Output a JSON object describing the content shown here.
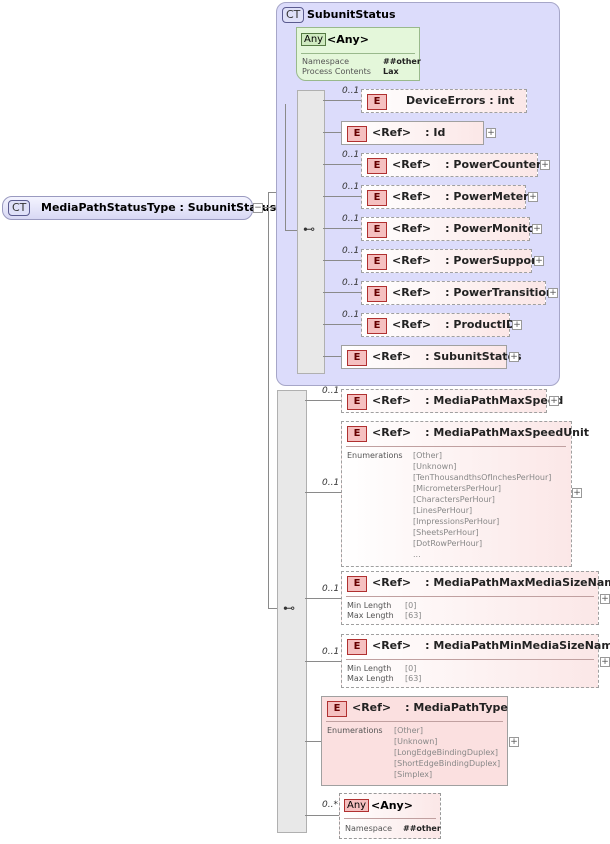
{
  "root_type": {
    "badge": "CT",
    "label": "MediaPathStatusType : SubunitStatus"
  },
  "base_type": {
    "badge": "CT",
    "label": "SubunitStatus"
  },
  "any_top": {
    "badge": "Any",
    "label": "<Any>",
    "namespace_key": "Namespace",
    "namespace_val": "##other",
    "process_key": "Process Contents",
    "process_val": "Lax"
  },
  "subunit_elements": [
    {
      "mult": "0..1",
      "badge": "E",
      "ref": "",
      "name": "DeviceErrors : int"
    },
    {
      "mult": "",
      "badge": "E",
      "ref": "<Ref>",
      "name": ": Id"
    },
    {
      "mult": "0..1",
      "badge": "E",
      "ref": "<Ref>",
      "name": ": PowerCounters"
    },
    {
      "mult": "0..1",
      "badge": "E",
      "ref": "<Ref>",
      "name": ": PowerMeters"
    },
    {
      "mult": "0..1",
      "badge": "E",
      "ref": "<Ref>",
      "name": ": PowerMonitor"
    },
    {
      "mult": "0..1",
      "badge": "E",
      "ref": "<Ref>",
      "name": ": PowerSupport"
    },
    {
      "mult": "0..1",
      "badge": "E",
      "ref": "<Ref>",
      "name": ": PowerTransition"
    },
    {
      "mult": "0..1",
      "badge": "E",
      "ref": "<Ref>",
      "name": ": ProductID"
    },
    {
      "mult": "",
      "badge": "E",
      "ref": "<Ref>",
      "name": ": SubunitStates"
    }
  ],
  "media_elements": {
    "max_speed": {
      "mult": "0..1",
      "badge": "E",
      "ref": "<Ref>",
      "name": ": MediaPathMaxSpeed"
    },
    "max_speed_unit": {
      "mult": "0..1",
      "badge": "E",
      "ref": "<Ref>",
      "name": ": MediaPathMaxSpeedUnit",
      "enum_key": "Enumerations",
      "values": [
        "[Other]",
        "[Unknown]",
        "[TenThousandthsOfInchesPerHour]",
        "[MicrometersPerHour]",
        "[CharactersPerHour]",
        "[LinesPerHour]",
        "[ImpressionsPerHour]",
        "[SheetsPerHour]",
        "[DotRowPerHour]",
        "..."
      ]
    },
    "max_size_name": {
      "mult": "0..1",
      "badge": "E",
      "ref": "<Ref>",
      "name": ": MediaPathMaxMediaSizeName",
      "min_key": "Min Length",
      "min_val": "[0]",
      "max_key": "Max Length",
      "max_val": "[63]"
    },
    "min_size_name": {
      "mult": "0..1",
      "badge": "E",
      "ref": "<Ref>",
      "name": ": MediaPathMinMediaSizeName",
      "min_key": "Min Length",
      "min_val": "[0]",
      "max_key": "Max Length",
      "max_val": "[63]"
    },
    "type": {
      "badge": "E",
      "ref": "<Ref>",
      "name": ": MediaPathType",
      "enum_key": "Enumerations",
      "values": [
        "[Other]",
        "[Unknown]",
        "[LongEdgeBindingDuplex]",
        "[ShortEdgeBindingDuplex]",
        "[Simplex]"
      ]
    },
    "any_bottom": {
      "mult": "0..*",
      "badge": "Any",
      "label": "<Any>",
      "namespace_key": "Namespace",
      "namespace_val": "##other"
    }
  },
  "colors": {
    "ct_fill": "#dcdcfb",
    "element_fill": "#fbe7e7",
    "element_badge": "#f5c0c0",
    "any_fill": "#e4f7da"
  }
}
